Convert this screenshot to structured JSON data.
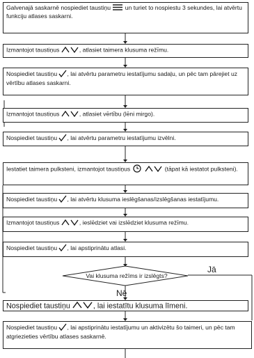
{
  "steps": [
    {
      "a": "Galvenajā saskarnē nospiediet taustiņu ",
      "icon": "menu-icon",
      "b": " un turiet to nospiestu 3 sekundes, lai atvērtu funkciju atlases saskarni."
    },
    {
      "a": "Izmantojot taustiņus ",
      "icon": "up-down-icon",
      "b": ", atlasiet taimera klusuma režīmu."
    },
    {
      "a": "Nospiediet taustiņu ",
      "icon": "check-icon",
      "b": ", lai atvērtu parametru iestatījumu sadaļu, un pēc tam pārejiet uz vērtību atlases saskarni."
    },
    {
      "a": "Izmantojot taustiņus ",
      "icon": "up-down-icon",
      "b": ", atlasiet vērtību (lēni mirgo)."
    },
    {
      "a": "Nospiediet taustiņu ",
      "icon": "check-icon",
      "b": ", lai atvērtu parametru iestatījumu izvēlni."
    },
    {
      "a": "Iestatiet taimera pulksteni, izmantojot taustiņus ",
      "icon": "clock-icon",
      "b": " (tāpat kā iestatot pulksteni).",
      "icon2": "up-down-icon"
    },
    {
      "a": "Nospiediet taustiņu ",
      "icon": "check-icon",
      "b": ", lai atvērtu klusuma ieslēgšanas/izslēgšanas iestatījumu."
    },
    {
      "a": "Izmantojot taustiņus ",
      "icon": "up-down-icon",
      "b": ", ieslēdziet vai izslēdziet klusuma režīmu."
    },
    {
      "a": "Nospiediet taustiņu ",
      "icon": "check-icon",
      "b": ", lai apstiprinātu atlasi."
    }
  ],
  "decision": {
    "text": "Vai klusuma režīms ir izslēgts?",
    "yes": "Jā",
    "no": "Nē"
  },
  "step_no": {
    "a": "Nospiediet taustiņu ",
    "icon": "up-down-icon",
    "b": ", lai iestatītu klusuma līmeni."
  },
  "step_final": {
    "a": "Nospiediet taustiņu ",
    "icon": "check-icon",
    "b": ", lai apstiprinātu iestatījumu un aktivizētu šo taimeri, un pēc tam atgriezieties vērtību atlases saskarnē."
  }
}
